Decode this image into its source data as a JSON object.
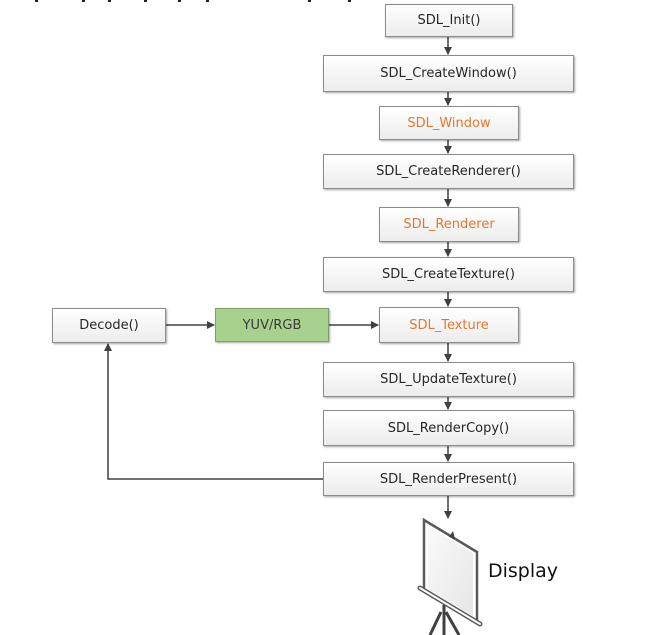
{
  "diagram": {
    "type": "SDL rendering flowchart",
    "main_flow": [
      {
        "id": "init",
        "label": "SDL_Init()",
        "style": "function"
      },
      {
        "id": "create_window",
        "label": "SDL_CreateWindow()",
        "style": "function"
      },
      {
        "id": "window",
        "label": "SDL_Window",
        "style": "object"
      },
      {
        "id": "create_renderer",
        "label": "SDL_CreateRenderer()",
        "style": "function"
      },
      {
        "id": "renderer",
        "label": "SDL_Renderer",
        "style": "object"
      },
      {
        "id": "create_texture",
        "label": "SDL_CreateTexture()",
        "style": "function"
      },
      {
        "id": "texture",
        "label": "SDL_Texture",
        "style": "object"
      },
      {
        "id": "update_texture",
        "label": "SDL_UpdateTexture()",
        "style": "function"
      },
      {
        "id": "render_copy",
        "label": "SDL_RenderCopy()",
        "style": "function"
      },
      {
        "id": "render_present",
        "label": "SDL_RenderPresent()",
        "style": "function"
      }
    ],
    "side_flow": [
      {
        "id": "decode",
        "label": "Decode()",
        "style": "function"
      },
      {
        "id": "yuv_rgb",
        "label": "YUV/RGB",
        "style": "data"
      }
    ],
    "edges": [
      {
        "from": "init",
        "to": "create_window"
      },
      {
        "from": "create_window",
        "to": "window"
      },
      {
        "from": "window",
        "to": "create_renderer"
      },
      {
        "from": "create_renderer",
        "to": "renderer"
      },
      {
        "from": "renderer",
        "to": "create_texture"
      },
      {
        "from": "create_texture",
        "to": "texture"
      },
      {
        "from": "texture",
        "to": "update_texture"
      },
      {
        "from": "update_texture",
        "to": "render_copy"
      },
      {
        "from": "render_copy",
        "to": "render_present"
      },
      {
        "from": "render_present",
        "to": "display"
      },
      {
        "from": "decode",
        "to": "yuv_rgb"
      },
      {
        "from": "yuv_rgb",
        "to": "texture"
      },
      {
        "from": "render_present",
        "to": "decode",
        "kind": "loop-back"
      }
    ],
    "display": {
      "label": "Display",
      "icon": "projector-screen-icon"
    },
    "colors": {
      "object_text": "#e5772f",
      "data_fill": "#a9d18e",
      "box_border": "#8c8c8c",
      "arrow": "#404040"
    }
  }
}
